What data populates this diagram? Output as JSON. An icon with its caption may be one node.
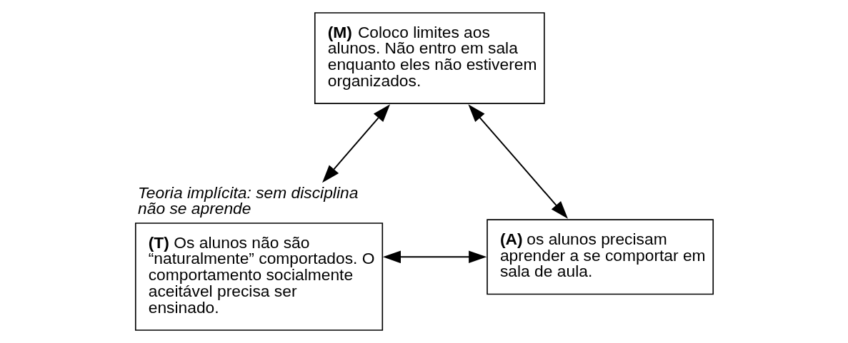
{
  "diagram": {
    "nodes": [
      {
        "text": [
          "**(M)** Coloco limites aos alunos. Não entro em sala enquanto eles não estiverem organizados."
        ]
      },
      {
        "text": [
          "**(T)** Os alunos não são “naturalmente” comportados. O comportamento socialmente aceitável precisa ser ensinado."
        ],
        "beside": [
          "Teoria implícita: sem disciplina não se aprende"
        ]
      },
      {
        "text": [
          "**(A)** os alunos precisam aprender a se comportar em sala de aula."
        ]
      }
    ],
    "edges": [
      {
        "from": 0,
        "to": 1,
        "arrow": "both"
      },
      {
        "from": 0,
        "to": 2,
        "arrow": "both"
      },
      {
        "from": 1,
        "to": 2,
        "arrow": "both"
      }
    ]
  }
}
